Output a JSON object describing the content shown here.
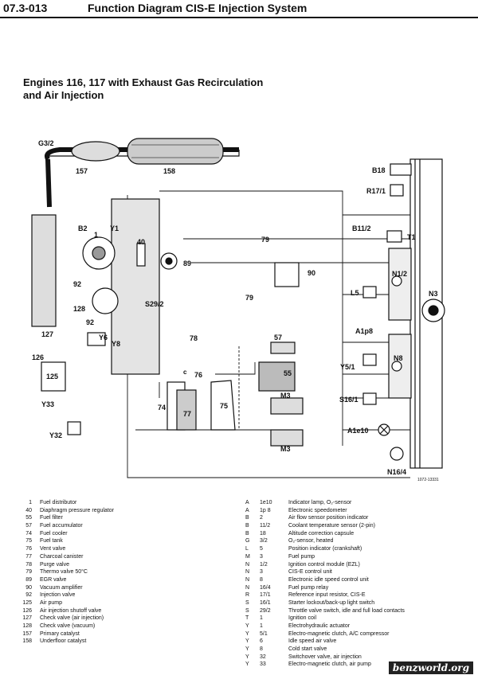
{
  "header": {
    "code": "07.3-013",
    "title": "Function Diagram CIS-E Injection System"
  },
  "subtitle": {
    "line1": "Engines 116, 117 with Exhaust Gas Recirculation",
    "line2": "and Air Injection"
  },
  "diagram_labels": {
    "g3_2": "G3/2",
    "c157": "157",
    "c158": "158",
    "b18": "B18",
    "r17_1": "R17/1",
    "b2": "B2",
    "c1": "1",
    "y1": "Y1",
    "c40": "40",
    "c79a": "79",
    "c89": "89",
    "c90": "90",
    "c79b": "79",
    "b11_2": "B11/2",
    "t1": "T1",
    "n1_2": "N1/2",
    "n3": "N3",
    "l5": "L5",
    "c92a": "92",
    "c128": "128",
    "s29_2": "S29/2",
    "c92b": "92",
    "a1p8": "A1p8",
    "c127": "127",
    "c78": "78",
    "c57": "57",
    "y6": "Y6",
    "y8": "Y8",
    "c126": "126",
    "n8": "N8",
    "y5_1": "Y5/1",
    "c125": "125",
    "c_small": "c",
    "c76": "76",
    "c55": "55",
    "c74": "74",
    "c77": "77",
    "c75": "75",
    "m3a": "M3",
    "s16_1": "S16/1",
    "y33": "Y33",
    "y32": "Y32",
    "a1e10": "A1e10",
    "m3b": "M3",
    "n16_4": "N16/4",
    "figno": "1072-13331"
  },
  "legend_left": [
    {
      "num": "1",
      "text": "Fuel distributor"
    },
    {
      "num": "40",
      "text": "Diaphragm pressure regulator"
    },
    {
      "num": "55",
      "text": "Fuel filter"
    },
    {
      "num": "57",
      "text": "Fuel accumulator"
    },
    {
      "num": "74",
      "text": "Fuel cooler"
    },
    {
      "num": "75",
      "text": "Fuel tank"
    },
    {
      "num": "76",
      "text": "Vent valve"
    },
    {
      "num": "77",
      "text": "Charcoal canister"
    },
    {
      "num": "78",
      "text": "Purge valve"
    },
    {
      "num": "79",
      "text": "Thermo valve 50°C"
    },
    {
      "num": "89",
      "text": "EGR valve"
    },
    {
      "num": "90",
      "text": "Vacuum amplifier"
    },
    {
      "num": "92",
      "text": "Injection valve"
    },
    {
      "num": "125",
      "text": "Air pump"
    },
    {
      "num": "126",
      "text": "Air injection shutoff valve"
    },
    {
      "num": "127",
      "text": "Check valve (air injection)"
    },
    {
      "num": "128",
      "text": "Check valve (vacuum)"
    },
    {
      "num": "157",
      "text": "Primary catalyst"
    },
    {
      "num": "158",
      "text": "Underfloor catalyst"
    }
  ],
  "legend_right": [
    {
      "let": "A",
      "code": "1e10",
      "text": "Indicator lamp, O₂-sensor"
    },
    {
      "let": "A",
      "code": "1p 8",
      "text": "Electronic speedometer"
    },
    {
      "let": "B",
      "code": "2",
      "text": "Air flow sensor position indicator"
    },
    {
      "let": "B",
      "code": "11/2",
      "text": "Coolant temperature sensor (2-pin)"
    },
    {
      "let": "B",
      "code": "18",
      "text": "Altitude correction capsule"
    },
    {
      "let": "G",
      "code": "3/2",
      "text": "O₂-sensor, heated"
    },
    {
      "let": "L",
      "code": "5",
      "text": "Position indicator (crankshaft)"
    },
    {
      "let": "M",
      "code": "3",
      "text": "Fuel pump"
    },
    {
      "let": "N",
      "code": "1/2",
      "text": "Ignition control module (EZL)"
    },
    {
      "let": "N",
      "code": "3",
      "text": "CIS-E control unit"
    },
    {
      "let": "N",
      "code": "8",
      "text": "Electronic idle speed control unit"
    },
    {
      "let": "N",
      "code": "16/4",
      "text": "Fuel pump relay"
    },
    {
      "let": "R",
      "code": "17/1",
      "text": "Reference input resistor, CIS-E"
    },
    {
      "let": "S",
      "code": "16/1",
      "text": "Starter lockout/back-up light switch"
    },
    {
      "let": "S",
      "code": "29/2",
      "text": "Throttle valve switch, idle and full load contacts"
    },
    {
      "let": "T",
      "code": "1",
      "text": "Ignition coil"
    },
    {
      "let": "Y",
      "code": "1",
      "text": "Electrohydraulic actuator"
    },
    {
      "let": "Y",
      "code": "5/1",
      "text": "Electro-magnetic clutch, A/C compressor"
    },
    {
      "let": "Y",
      "code": "6",
      "text": "Idle speed air valve"
    },
    {
      "let": "Y",
      "code": "8",
      "text": "Cold start valve"
    },
    {
      "let": "Y",
      "code": "32",
      "text": "Switchover valve, air injection"
    },
    {
      "let": "Y",
      "code": "33",
      "text": "Electro-magnetic clutch, air pump"
    }
  ],
  "watermark": "benzworld.org"
}
